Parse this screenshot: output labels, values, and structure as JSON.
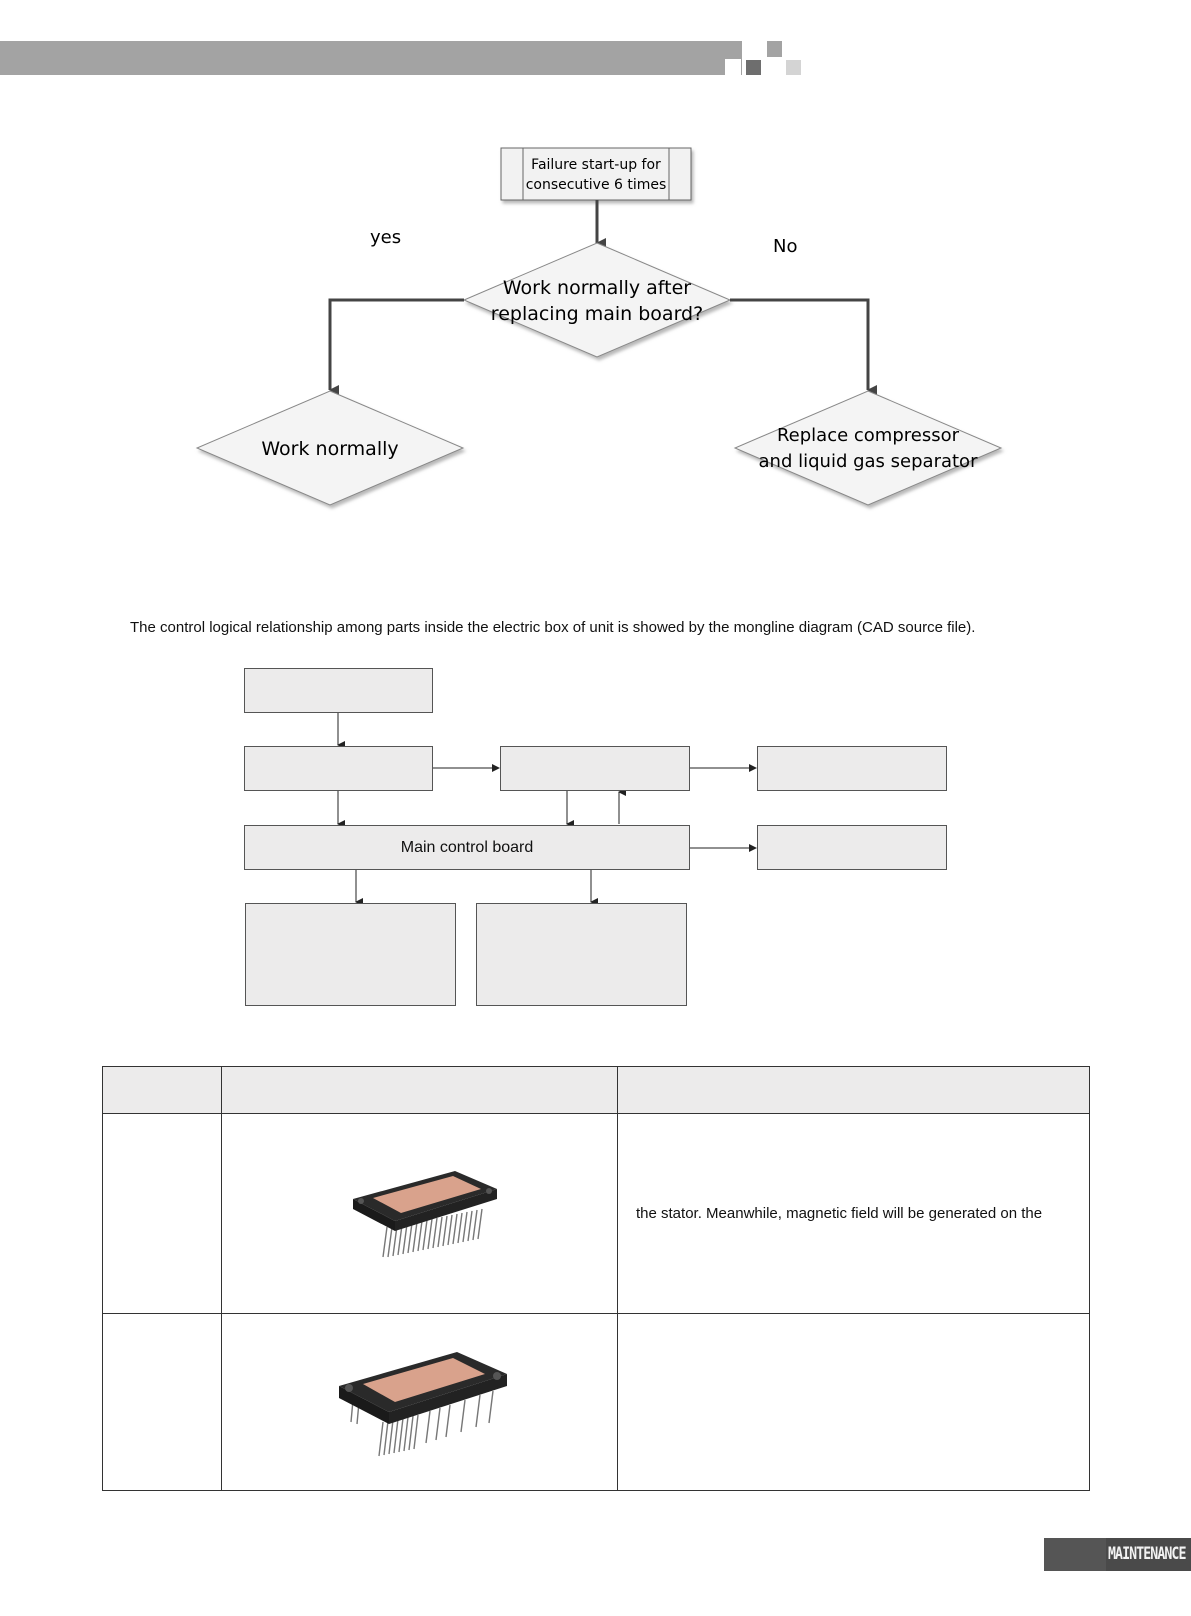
{
  "flowchart": {
    "start_box": {
      "line1": "Failure start-up for",
      "line2": "consecutive 6 times"
    },
    "decision": {
      "line1": "Work normally after",
      "line2": "replacing main board?"
    },
    "yes_label": "yes",
    "no_label": "No",
    "yes_outcome": "Work normally",
    "no_outcome": {
      "line1": "Replace compressor",
      "line2": "and liquid gas separator"
    }
  },
  "intro_text": "The control logical relationship among parts inside the electric box of unit is showed by the mongline diagram (CAD source file).",
  "block_diagram": {
    "main_board_label": "Main control board"
  },
  "table": {
    "rows": [
      {
        "description": "the stator. Meanwhile, magnetic field will be generated on the"
      },
      {
        "description": ""
      }
    ]
  },
  "footer": {
    "section_label": "MAINTENANCE"
  }
}
